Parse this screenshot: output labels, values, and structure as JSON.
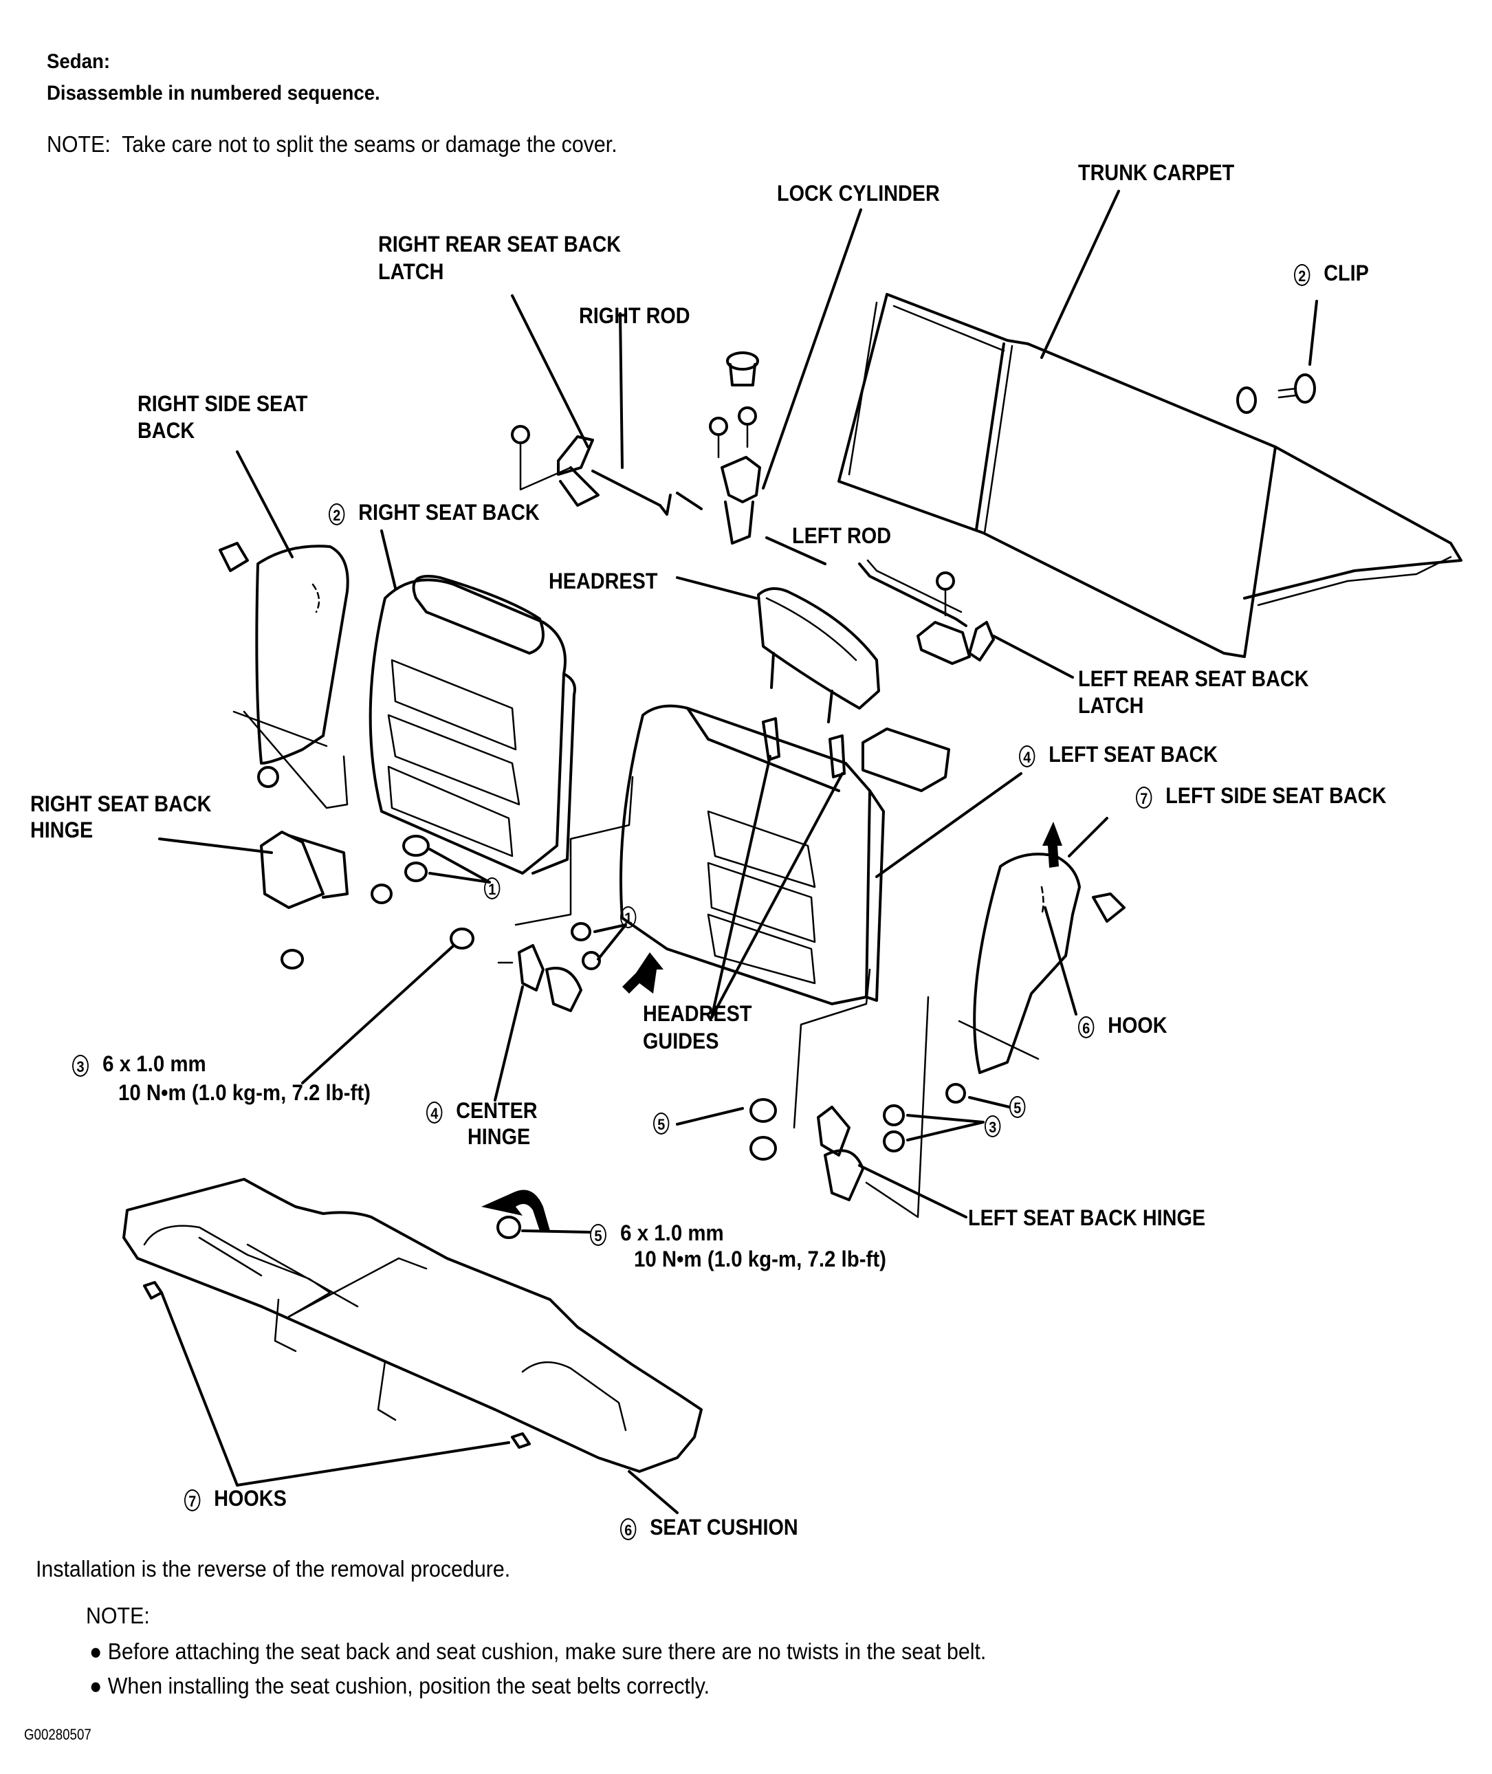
{
  "header": {
    "model": "Sedan:",
    "instruction": "Disassemble in numbered sequence.",
    "note": "NOTE:  Take care not to split the seams or damage the cover."
  },
  "labels": {
    "trunk_carpet": "TRUNK CARPET",
    "lock_cylinder": "LOCK CYLINDER",
    "right_rear_latch_1": "RIGHT REAR SEAT BACK",
    "right_rear_latch_2": "LATCH",
    "right_rod": "RIGHT ROD",
    "clip_num": "2",
    "clip": "CLIP",
    "right_side_seat_back_1": "RIGHT SIDE SEAT",
    "right_side_seat_back_2": "BACK",
    "right_seat_back_num": "2",
    "right_seat_back": "RIGHT SEAT BACK",
    "left_rod": "LEFT ROD",
    "headrest": "HEADREST",
    "left_rear_latch_1": "LEFT REAR SEAT BACK",
    "left_rear_latch_2": "LATCH",
    "left_seat_back_num": "4",
    "left_seat_back": "LEFT SEAT BACK",
    "left_side_seat_back_num": "7",
    "left_side_seat_back": "LEFT SIDE SEAT BACK",
    "right_hinge_1": "RIGHT SEAT BACK",
    "right_hinge_2": "HINGE",
    "bolt_num_1a": "1",
    "bolt_num_1b": "1",
    "headrest_guides_1": "HEADREST",
    "headrest_guides_2": "GUIDES",
    "hook_num": "6",
    "hook": "HOOK",
    "center_hinge_num": "4",
    "center_hinge_1": "CENTER",
    "center_hinge_2": "HINGE",
    "bolt_num_5a": "5",
    "bolt_num_5b": "5",
    "bolt_num_5c": "5",
    "bolt_num_3": "3",
    "left_hinge": "LEFT SEAT BACK HINGE",
    "hooks_num": "7",
    "hooks": "HOOKS",
    "seat_cushion_num": "6",
    "seat_cushion": "SEAT CUSHION"
  },
  "specs": {
    "spec3_num": "3",
    "spec3_size": "6 x 1.0 mm",
    "spec3_torque": "10 N•m (1.0 kg-m, 7.2 lb-ft)",
    "spec5_num": "5",
    "spec5_size": "6 x 1.0 mm",
    "spec5_torque": "10 N•m (1.0 kg-m, 7.2 lb-ft)"
  },
  "footer": {
    "installation": "Installation is the reverse of the removal procedure.",
    "note_title": "NOTE:",
    "bullets": [
      "Before attaching the seat back and seat cushion, make sure there are no twists in the seat belt.",
      "When installing the seat cushion, position the seat belts correctly."
    ],
    "bullet_icon": "●",
    "figure_code": "G00280507"
  }
}
